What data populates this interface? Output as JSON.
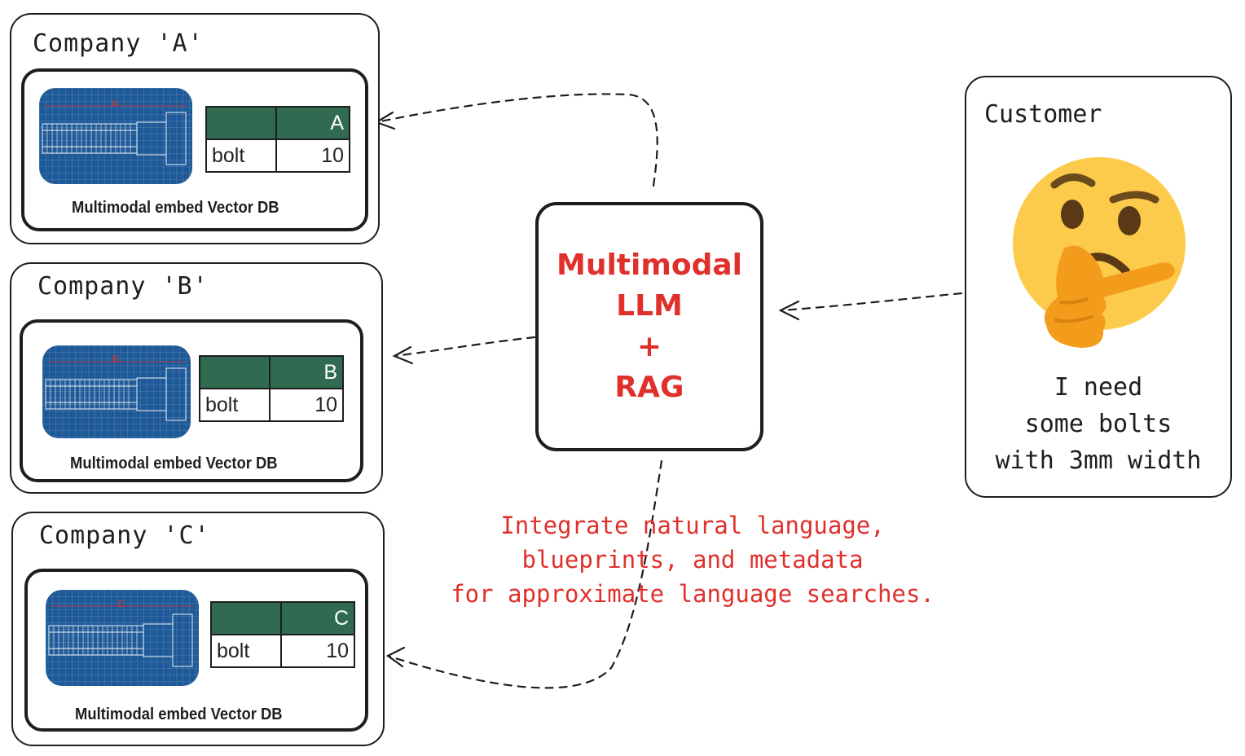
{
  "companies": [
    {
      "title": "Company 'A'",
      "blueprint_label": "A",
      "sheet": {
        "header": "A",
        "item": "bolt",
        "value": "10"
      },
      "caption": "Multimodal embed Vector DB"
    },
    {
      "title": "Company 'B'",
      "blueprint_label": "B",
      "sheet": {
        "header": "B",
        "item": "bolt",
        "value": "10"
      },
      "caption": "Multimodal embed Vector DB"
    },
    {
      "title": "Company 'C'",
      "blueprint_label": "C",
      "sheet": {
        "header": "C",
        "item": "bolt",
        "value": "10"
      },
      "caption": "Multimodal embed Vector DB"
    }
  ],
  "center": {
    "lines": [
      "Multimodal",
      "LLM",
      "+",
      "RAG"
    ]
  },
  "customer": {
    "title": "Customer",
    "icon": "thinking-face-emoji",
    "speech": [
      "I need",
      "some bolts",
      "with 3mm width"
    ]
  },
  "annotation": {
    "lines": [
      "Integrate natural language,",
      "blueprints, and metadata",
      "for approximate language searches."
    ]
  },
  "colors": {
    "accent_red": "#e0302c",
    "sheet_header": "#2f6a51",
    "blueprint_blue": "#1f5a98",
    "stroke": "#1e1e1e"
  }
}
